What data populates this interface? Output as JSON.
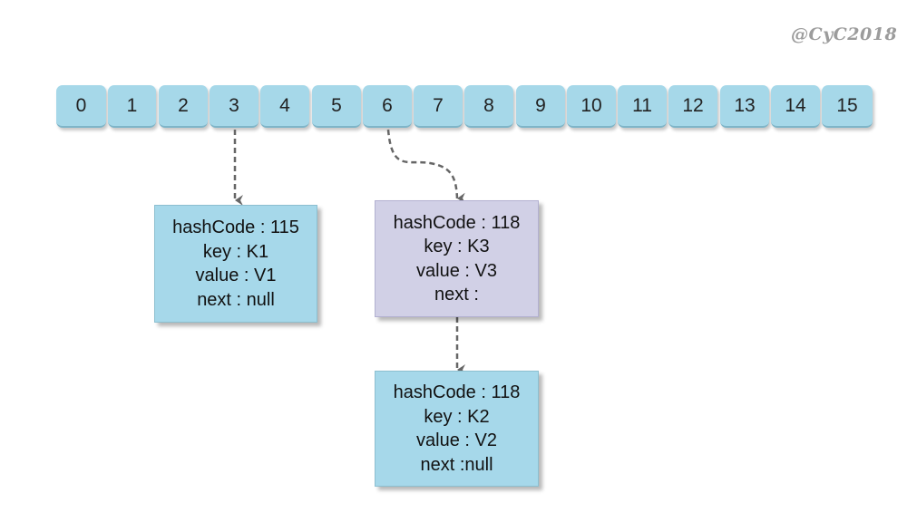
{
  "watermark": "@CyC2018",
  "buckets": [
    "0",
    "1",
    "2",
    "3",
    "4",
    "5",
    "6",
    "7",
    "8",
    "9",
    "10",
    "11",
    "12",
    "13",
    "14",
    "15"
  ],
  "nodes": [
    {
      "hashCode": "hashCode : 115",
      "key": "key : K1",
      "value": "value : V1",
      "next": "next : null",
      "bucket_index": 3,
      "color": "#a6d8ea"
    },
    {
      "hashCode": "hashCode : 118",
      "key": "key : K3",
      "value": "value : V3",
      "next": "next :",
      "bucket_index": 6,
      "color": "#d1d0e6"
    },
    {
      "hashCode": "hashCode : 118",
      "key": "key : K2",
      "value": "value : V2",
      "next": "next :null",
      "bucket_index": 6,
      "color": "#a6d8ea"
    }
  ],
  "colors": {
    "bucket_fill": "#a6d8e9",
    "arrow": "#666666"
  }
}
